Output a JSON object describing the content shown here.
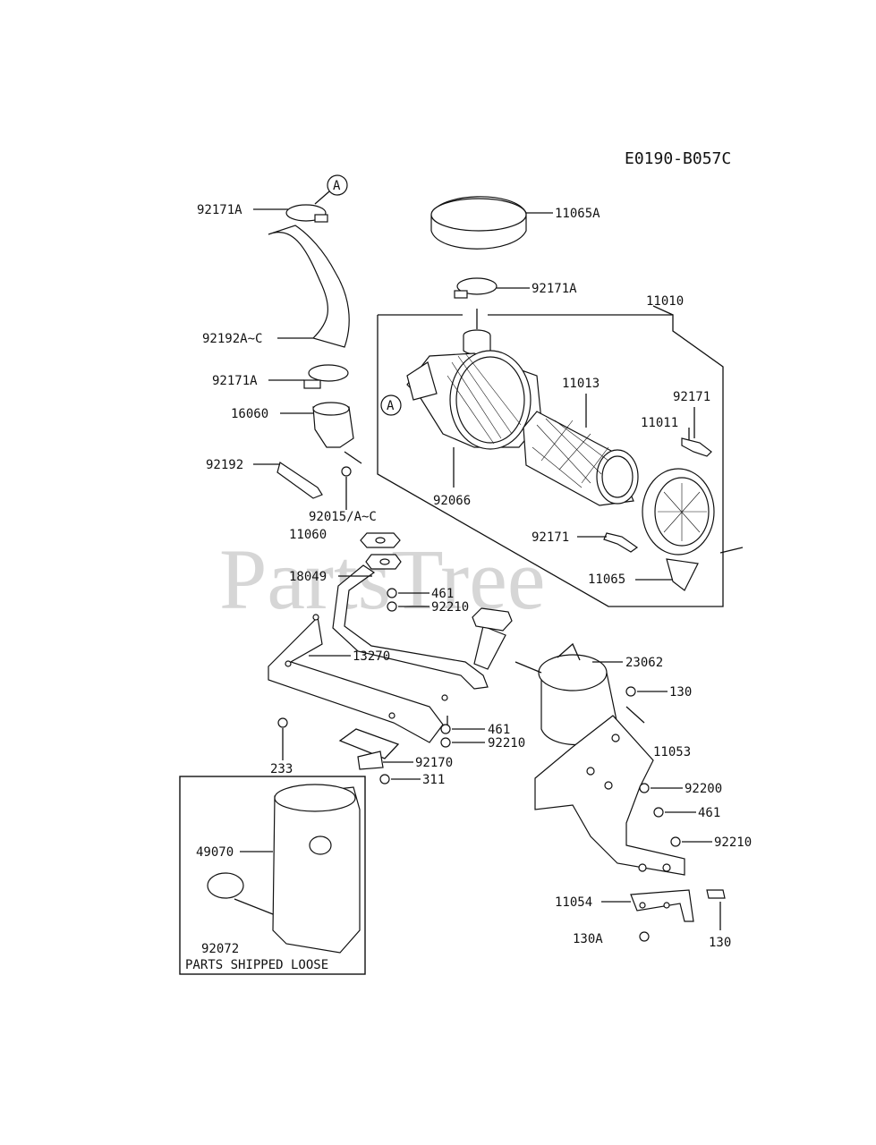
{
  "diagram": {
    "code": "E0190-B057C",
    "watermark": "PartsTree",
    "box_caption": "PARTS SHIPPED LOOSE",
    "labels": {
      "p92171A_top": "92171A",
      "p92192A": "92192A~C",
      "p92171A_mid": "92171A",
      "p16060": "16060",
      "p92192": "92192",
      "p92015": "92015/A~C",
      "p11060": "11060",
      "p18049": "18049",
      "p461_a": "461",
      "p92210_a": "92210",
      "p13270": "13270",
      "p461_b": "461",
      "p92210_b": "92210",
      "p233": "233",
      "p92170": "92170",
      "p311": "311",
      "p49070": "49070",
      "p92072": "92072",
      "p11065A": "11065A",
      "p92171A_cap": "92171A",
      "p11010": "11010",
      "p11013": "11013",
      "p92171_right": "92171",
      "p11011": "11011",
      "p92066": "92066",
      "p92171_low": "92171",
      "p11065": "11065",
      "p23062": "23062",
      "p130_top": "130",
      "p11053": "11053",
      "p92200": "92200",
      "p461_c": "461",
      "p92210_c": "92210",
      "p11054": "11054",
      "p130A": "130A",
      "p130_bottom": "130",
      "callout_a_top": "A",
      "callout_a_mid": "A"
    }
  }
}
